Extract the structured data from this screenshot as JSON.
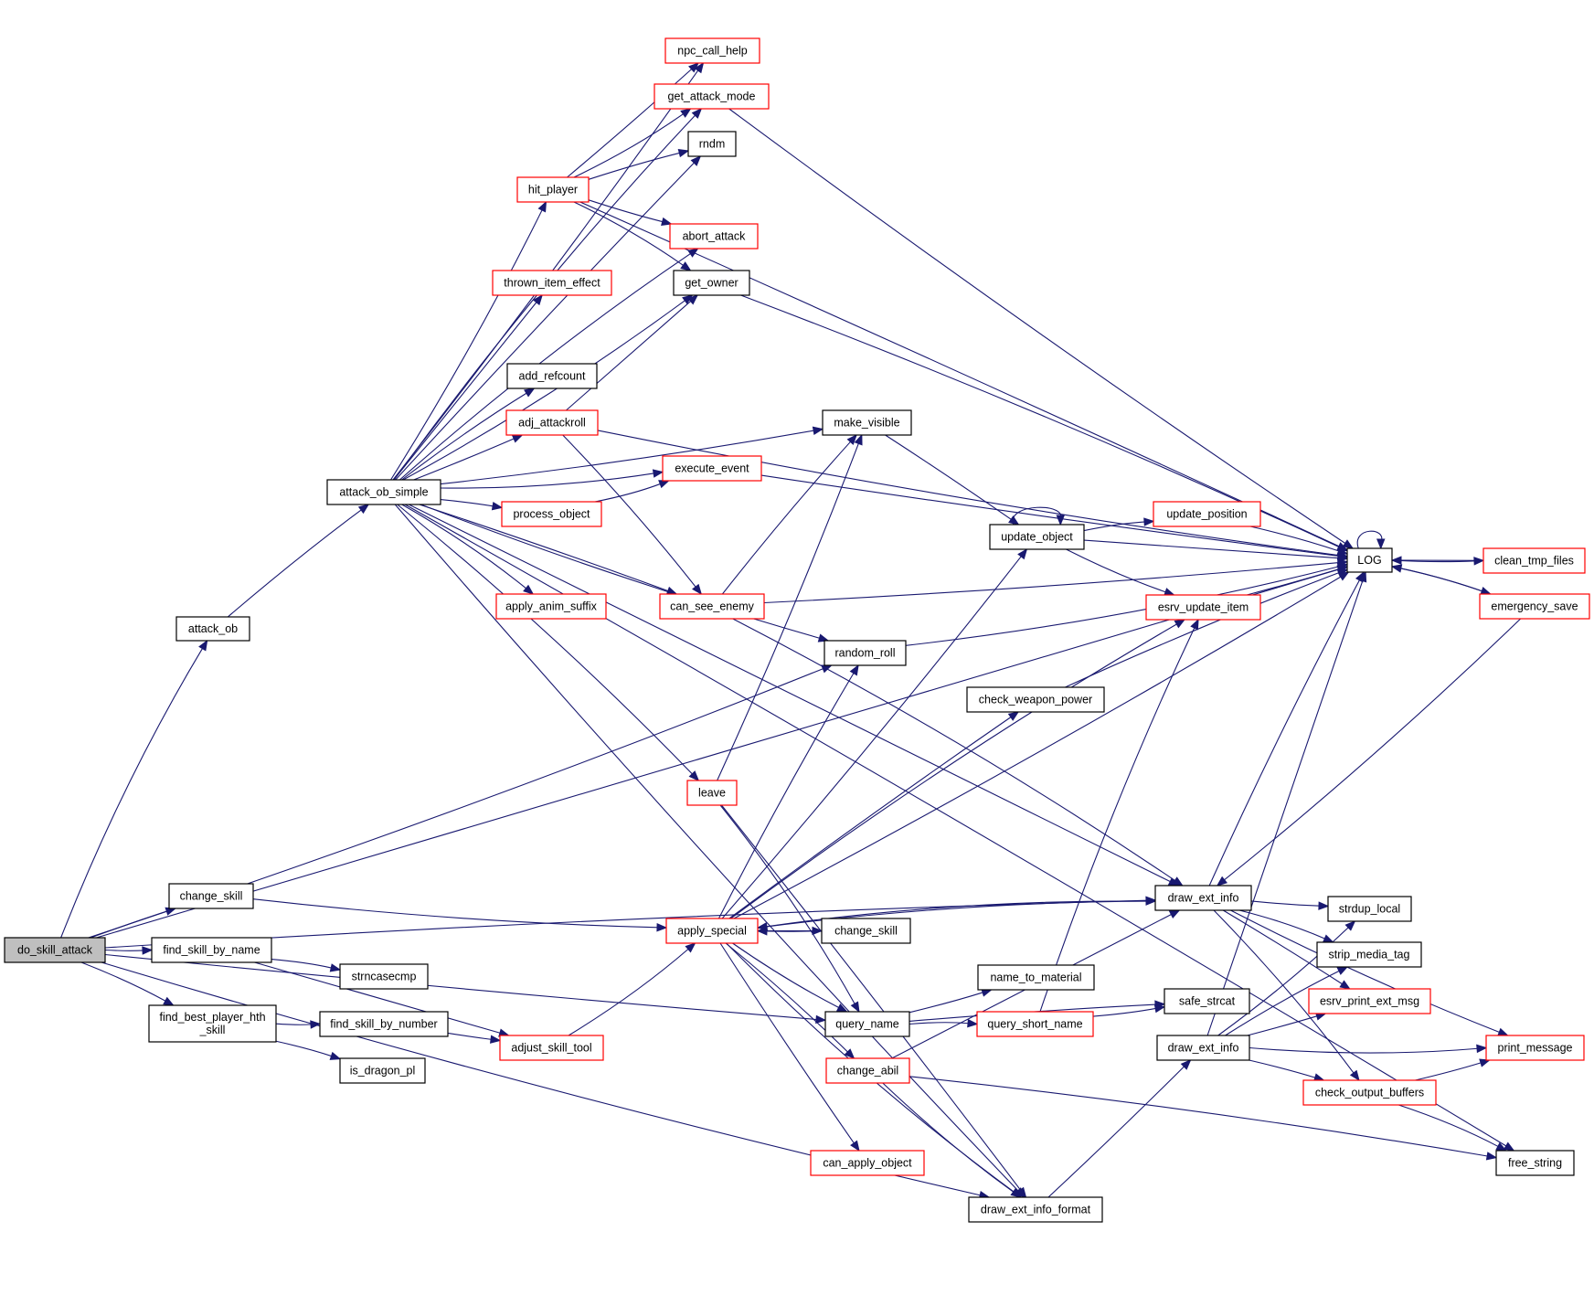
{
  "title": "do_skill_attack call graph",
  "colors": {
    "edge": "#191970",
    "node_border_normal": "#000000",
    "node_border_truncated": "#ff0000",
    "root_fill": "#bfbfbf",
    "node_fill": "#ffffff"
  },
  "nodes": [
    {
      "id": "do_skill_attack",
      "label": "do_skill_attack",
      "kind": "root"
    },
    {
      "id": "attack_ob",
      "label": "attack_ob",
      "kind": "normal"
    },
    {
      "id": "attack_ob_simple",
      "label": "attack_ob_simple",
      "kind": "normal"
    },
    {
      "id": "change_skill_a",
      "label": "change_skill",
      "kind": "normal"
    },
    {
      "id": "find_skill_by_name",
      "label": "find_skill_by_name",
      "kind": "normal"
    },
    {
      "id": "find_best_player_hth_skill",
      "label": "find_best_player_hth\n_skill",
      "kind": "normal"
    },
    {
      "id": "strncasecmp",
      "label": "strncasecmp",
      "kind": "normal"
    },
    {
      "id": "find_skill_by_number",
      "label": "find_skill_by_number",
      "kind": "normal"
    },
    {
      "id": "is_dragon_pl",
      "label": "is_dragon_pl",
      "kind": "normal"
    },
    {
      "id": "adjust_skill_tool",
      "label": "adjust_skill_tool",
      "kind": "truncated"
    },
    {
      "id": "npc_call_help",
      "label": "npc_call_help",
      "kind": "truncated"
    },
    {
      "id": "get_attack_mode",
      "label": "get_attack_mode",
      "kind": "truncated"
    },
    {
      "id": "rndm",
      "label": "rndm",
      "kind": "normal"
    },
    {
      "id": "hit_player",
      "label": "hit_player",
      "kind": "truncated"
    },
    {
      "id": "abort_attack",
      "label": "abort_attack",
      "kind": "truncated"
    },
    {
      "id": "thrown_item_effect",
      "label": "thrown_item_effect",
      "kind": "truncated"
    },
    {
      "id": "get_owner",
      "label": "get_owner",
      "kind": "normal"
    },
    {
      "id": "add_refcount",
      "label": "add_refcount",
      "kind": "normal"
    },
    {
      "id": "adj_attackroll",
      "label": "adj_attackroll",
      "kind": "truncated"
    },
    {
      "id": "execute_event",
      "label": "execute_event",
      "kind": "truncated"
    },
    {
      "id": "process_object",
      "label": "process_object",
      "kind": "truncated"
    },
    {
      "id": "apply_anim_suffix",
      "label": "apply_anim_suffix",
      "kind": "truncated"
    },
    {
      "id": "can_see_enemy",
      "label": "can_see_enemy",
      "kind": "truncated"
    },
    {
      "id": "make_visible",
      "label": "make_visible",
      "kind": "normal"
    },
    {
      "id": "random_roll",
      "label": "random_roll",
      "kind": "normal"
    },
    {
      "id": "leave",
      "label": "leave",
      "kind": "truncated"
    },
    {
      "id": "apply_special",
      "label": "apply_special",
      "kind": "truncated"
    },
    {
      "id": "change_skill_b",
      "label": "change_skill",
      "kind": "normal"
    },
    {
      "id": "check_weapon_power",
      "label": "check_weapon_power",
      "kind": "normal"
    },
    {
      "id": "update_object",
      "label": "update_object",
      "kind": "normal"
    },
    {
      "id": "update_position",
      "label": "update_position",
      "kind": "truncated"
    },
    {
      "id": "esrv_update_item",
      "label": "esrv_update_item",
      "kind": "truncated"
    },
    {
      "id": "query_name",
      "label": "query_name",
      "kind": "normal"
    },
    {
      "id": "name_to_material",
      "label": "name_to_material",
      "kind": "normal"
    },
    {
      "id": "query_short_name",
      "label": "query_short_name",
      "kind": "truncated"
    },
    {
      "id": "safe_strcat",
      "label": "safe_strcat",
      "kind": "normal"
    },
    {
      "id": "change_abil",
      "label": "change_abil",
      "kind": "truncated"
    },
    {
      "id": "can_apply_object",
      "label": "can_apply_object",
      "kind": "truncated"
    },
    {
      "id": "draw_ext_info_format",
      "label": "draw_ext_info_format",
      "kind": "normal"
    },
    {
      "id": "draw_ext_info_a",
      "label": "draw_ext_info",
      "kind": "normal"
    },
    {
      "id": "draw_ext_info_b",
      "label": "draw_ext_info",
      "kind": "normal"
    },
    {
      "id": "LOG",
      "label": "LOG",
      "kind": "normal"
    },
    {
      "id": "clean_tmp_files",
      "label": "clean_tmp_files",
      "kind": "truncated"
    },
    {
      "id": "emergency_save",
      "label": "emergency_save",
      "kind": "truncated"
    },
    {
      "id": "strdup_local",
      "label": "strdup_local",
      "kind": "normal"
    },
    {
      "id": "strip_media_tag",
      "label": "strip_media_tag",
      "kind": "normal"
    },
    {
      "id": "esrv_print_ext_msg",
      "label": "esrv_print_ext_msg",
      "kind": "truncated"
    },
    {
      "id": "print_message",
      "label": "print_message",
      "kind": "truncated"
    },
    {
      "id": "check_output_buffers",
      "label": "check_output_buffers",
      "kind": "truncated"
    },
    {
      "id": "free_string",
      "label": "free_string",
      "kind": "normal"
    }
  ],
  "edges": [
    [
      "do_skill_attack",
      "attack_ob"
    ],
    [
      "do_skill_attack",
      "change_skill_a"
    ],
    [
      "do_skill_attack",
      "find_skill_by_name"
    ],
    [
      "do_skill_attack",
      "find_best_player_hth_skill"
    ],
    [
      "do_skill_attack",
      "LOG"
    ],
    [
      "do_skill_attack",
      "random_roll"
    ],
    [
      "do_skill_attack",
      "draw_ext_info_a"
    ],
    [
      "do_skill_attack",
      "query_name"
    ],
    [
      "do_skill_attack",
      "draw_ext_info_format"
    ],
    [
      "attack_ob",
      "attack_ob_simple"
    ],
    [
      "attack_ob_simple",
      "npc_call_help"
    ],
    [
      "attack_ob_simple",
      "get_attack_mode"
    ],
    [
      "attack_ob_simple",
      "rndm"
    ],
    [
      "attack_ob_simple",
      "hit_player"
    ],
    [
      "attack_ob_simple",
      "abort_attack"
    ],
    [
      "attack_ob_simple",
      "thrown_item_effect"
    ],
    [
      "attack_ob_simple",
      "get_owner"
    ],
    [
      "attack_ob_simple",
      "add_refcount"
    ],
    [
      "attack_ob_simple",
      "adj_attackroll"
    ],
    [
      "attack_ob_simple",
      "execute_event"
    ],
    [
      "attack_ob_simple",
      "process_object"
    ],
    [
      "attack_ob_simple",
      "make_visible"
    ],
    [
      "attack_ob_simple",
      "apply_anim_suffix"
    ],
    [
      "attack_ob_simple",
      "can_see_enemy"
    ],
    [
      "attack_ob_simple",
      "random_roll"
    ],
    [
      "attack_ob_simple",
      "leave"
    ],
    [
      "attack_ob_simple",
      "draw_ext_info_a"
    ],
    [
      "attack_ob_simple",
      "draw_ext_info_format"
    ],
    [
      "attack_ob_simple",
      "free_string"
    ],
    [
      "hit_player",
      "npc_call_help"
    ],
    [
      "hit_player",
      "get_attack_mode"
    ],
    [
      "hit_player",
      "rndm"
    ],
    [
      "hit_player",
      "abort_attack"
    ],
    [
      "hit_player",
      "get_owner"
    ],
    [
      "hit_player",
      "LOG"
    ],
    [
      "get_attack_mode",
      "LOG"
    ],
    [
      "get_owner",
      "LOG"
    ],
    [
      "adj_attackroll",
      "get_owner"
    ],
    [
      "adj_attackroll",
      "LOG"
    ],
    [
      "adj_attackroll",
      "can_see_enemy"
    ],
    [
      "execute_event",
      "LOG"
    ],
    [
      "process_object",
      "execute_event"
    ],
    [
      "can_see_enemy",
      "make_visible"
    ],
    [
      "can_see_enemy",
      "LOG"
    ],
    [
      "can_see_enemy",
      "draw_ext_info_a"
    ],
    [
      "make_visible",
      "update_object"
    ],
    [
      "update_object",
      "update_object"
    ],
    [
      "update_object",
      "update_position"
    ],
    [
      "update_object",
      "LOG"
    ],
    [
      "update_object",
      "esrv_update_item"
    ],
    [
      "update_position",
      "LOG"
    ],
    [
      "esrv_update_item",
      "LOG"
    ],
    [
      "random_roll",
      "LOG"
    ],
    [
      "check_weapon_power",
      "LOG"
    ],
    [
      "leave",
      "make_visible"
    ],
    [
      "leave",
      "query_name"
    ],
    [
      "leave",
      "draw_ext_info_format"
    ],
    [
      "change_skill_a",
      "apply_special"
    ],
    [
      "find_skill_by_name",
      "strncasecmp"
    ],
    [
      "find_skill_by_name",
      "adjust_skill_tool"
    ],
    [
      "find_best_player_hth_skill",
      "find_skill_by_number"
    ],
    [
      "find_best_player_hth_skill",
      "is_dragon_pl"
    ],
    [
      "find_skill_by_number",
      "adjust_skill_tool"
    ],
    [
      "adjust_skill_tool",
      "apply_special"
    ],
    [
      "apply_special",
      "random_roll"
    ],
    [
      "apply_special",
      "update_object"
    ],
    [
      "apply_special",
      "esrv_update_item"
    ],
    [
      "apply_special",
      "check_weapon_power"
    ],
    [
      "apply_special",
      "LOG"
    ],
    [
      "apply_special",
      "draw_ext_info_a"
    ],
    [
      "apply_special",
      "change_skill_b"
    ],
    [
      "apply_special",
      "query_name"
    ],
    [
      "apply_special",
      "change_abil"
    ],
    [
      "apply_special",
      "can_apply_object"
    ],
    [
      "apply_special",
      "draw_ext_info_format"
    ],
    [
      "change_skill_b",
      "apply_special"
    ],
    [
      "query_name",
      "name_to_material"
    ],
    [
      "query_name",
      "query_short_name"
    ],
    [
      "query_name",
      "safe_strcat"
    ],
    [
      "query_short_name",
      "safe_strcat"
    ],
    [
      "query_short_name",
      "esrv_update_item"
    ],
    [
      "change_abil",
      "draw_ext_info_a"
    ],
    [
      "change_abil",
      "draw_ext_info_format"
    ],
    [
      "change_abil",
      "free_string"
    ],
    [
      "draw_ext_info_format",
      "draw_ext_info_b"
    ],
    [
      "draw_ext_info_a",
      "apply_special"
    ],
    [
      "draw_ext_info_a",
      "LOG"
    ],
    [
      "draw_ext_info_a",
      "strdup_local"
    ],
    [
      "draw_ext_info_a",
      "strip_media_tag"
    ],
    [
      "draw_ext_info_a",
      "esrv_print_ext_msg"
    ],
    [
      "draw_ext_info_a",
      "print_message"
    ],
    [
      "draw_ext_info_a",
      "check_output_buffers"
    ],
    [
      "draw_ext_info_b",
      "LOG"
    ],
    [
      "draw_ext_info_b",
      "strdup_local"
    ],
    [
      "draw_ext_info_b",
      "strip_media_tag"
    ],
    [
      "draw_ext_info_b",
      "esrv_print_ext_msg"
    ],
    [
      "draw_ext_info_b",
      "print_message"
    ],
    [
      "draw_ext_info_b",
      "check_output_buffers"
    ],
    [
      "check_output_buffers",
      "print_message"
    ],
    [
      "check_output_buffers",
      "free_string"
    ],
    [
      "LOG",
      "LOG"
    ],
    [
      "LOG",
      "clean_tmp_files"
    ],
    [
      "LOG",
      "emergency_save"
    ],
    [
      "clean_tmp_files",
      "LOG"
    ],
    [
      "emergency_save",
      "LOG"
    ],
    [
      "emergency_save",
      "draw_ext_info_a"
    ]
  ]
}
